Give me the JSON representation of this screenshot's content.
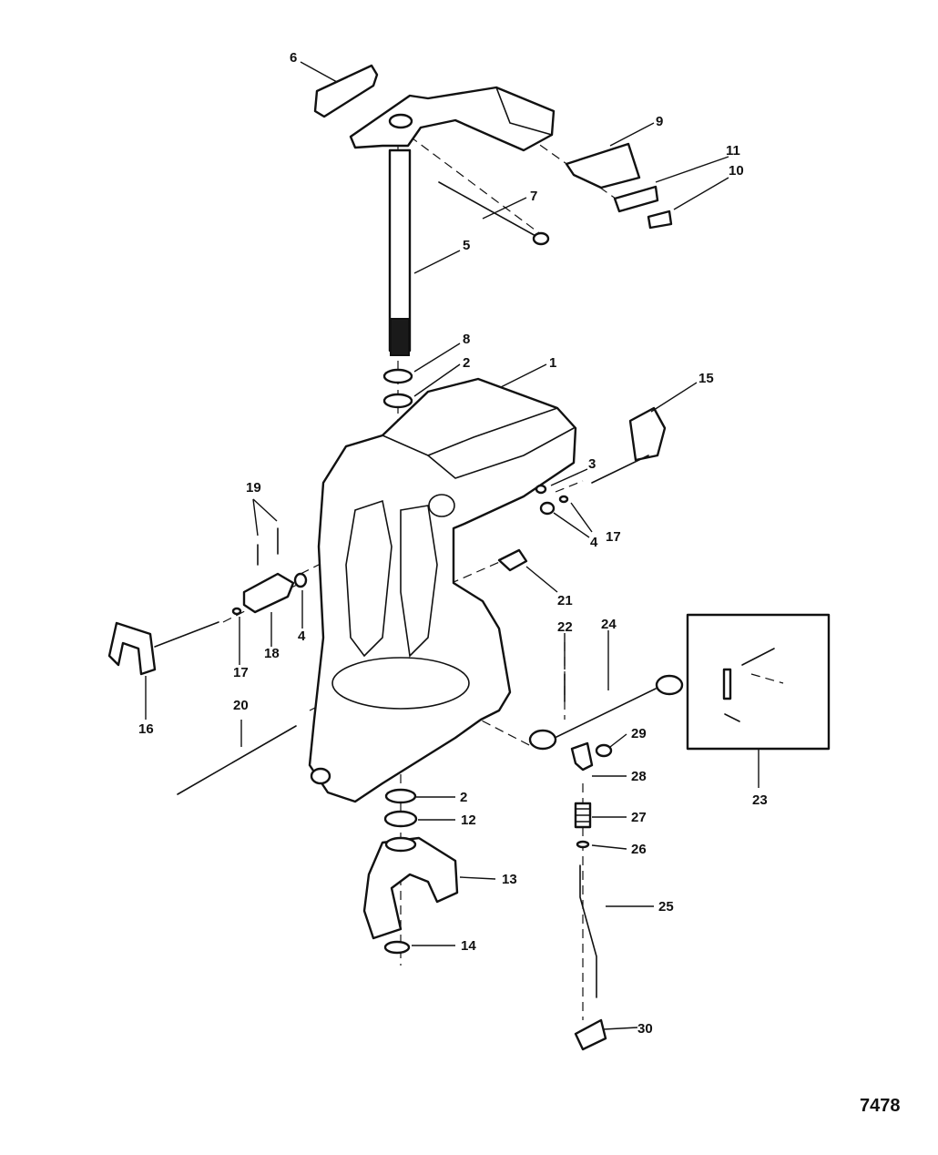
{
  "figure_number": "7478",
  "callouts": [
    {
      "id": "c1",
      "label": "1"
    },
    {
      "id": "c2a",
      "label": "2"
    },
    {
      "id": "c2b",
      "label": "2"
    },
    {
      "id": "c3",
      "label": "3"
    },
    {
      "id": "c4a",
      "label": "4"
    },
    {
      "id": "c4b",
      "label": "4"
    },
    {
      "id": "c5",
      "label": "5"
    },
    {
      "id": "c6",
      "label": "6"
    },
    {
      "id": "c7",
      "label": "7"
    },
    {
      "id": "c8",
      "label": "8"
    },
    {
      "id": "c9",
      "label": "9"
    },
    {
      "id": "c10",
      "label": "10"
    },
    {
      "id": "c11",
      "label": "11"
    },
    {
      "id": "c12",
      "label": "12"
    },
    {
      "id": "c13",
      "label": "13"
    },
    {
      "id": "c14",
      "label": "14"
    },
    {
      "id": "c15",
      "label": "15"
    },
    {
      "id": "c16",
      "label": "16"
    },
    {
      "id": "c17a",
      "label": "17"
    },
    {
      "id": "c17b",
      "label": "17"
    },
    {
      "id": "c18",
      "label": "18"
    },
    {
      "id": "c19",
      "label": "19"
    },
    {
      "id": "c20",
      "label": "20"
    },
    {
      "id": "c21",
      "label": "21"
    },
    {
      "id": "c22",
      "label": "22"
    },
    {
      "id": "c23",
      "label": "23"
    },
    {
      "id": "c24",
      "label": "24"
    },
    {
      "id": "c25",
      "label": "25"
    },
    {
      "id": "c26",
      "label": "26"
    },
    {
      "id": "c27",
      "label": "27"
    },
    {
      "id": "c28",
      "label": "28"
    },
    {
      "id": "c29",
      "label": "29"
    },
    {
      "id": "c30",
      "label": "30"
    }
  ]
}
